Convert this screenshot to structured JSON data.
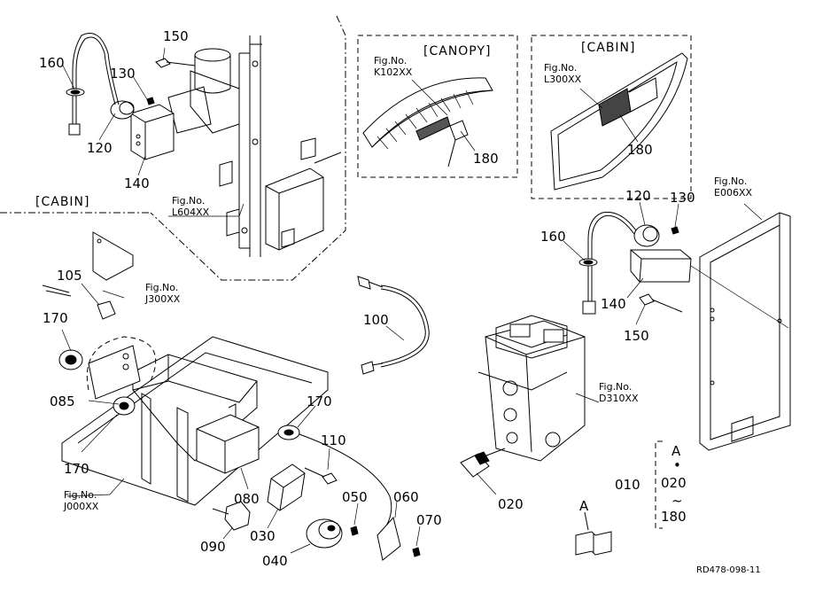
{
  "sections": {
    "canopy": "[CANOPY]",
    "cabin_top": "[CABIN]",
    "cabin_left": "[CABIN]"
  },
  "fig_label": "Fig.No.",
  "fig_refs": {
    "k102": "K102XX",
    "l300": "L300XX",
    "e006": "E006XX",
    "l604": "L604XX",
    "j300": "J300XX",
    "d310": "D310XX",
    "j000": "J000XX"
  },
  "parts": {
    "p160_a": "160",
    "p150_a": "150",
    "p130_a": "130",
    "p120_a": "120",
    "p140_a": "140",
    "p180_canopy": "180",
    "p180_cabin": "180",
    "p120_b": "120",
    "p130_b": "130",
    "p160_b": "160",
    "p140_b": "140",
    "p150_b": "150",
    "p105": "105",
    "p170_a": "170",
    "p085": "085",
    "p170_b": "170",
    "p100": "100",
    "p170_c": "170",
    "p110": "110",
    "p080": "080",
    "p050": "050",
    "p060": "060",
    "p070": "070",
    "p090": "090",
    "p030": "030",
    "p040": "040",
    "p020": "020",
    "p010": "010"
  },
  "legend": {
    "ref": "A",
    "dot": "•",
    "start": "020",
    "tilde": "~",
    "end": "180"
  },
  "book_marker": "A",
  "drawing_code": "RD478-098-11"
}
